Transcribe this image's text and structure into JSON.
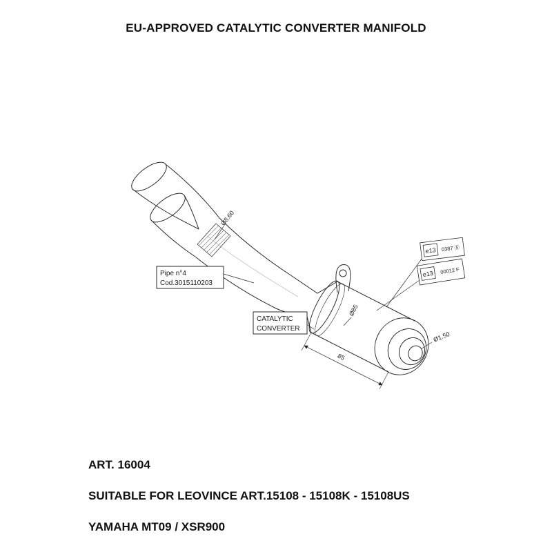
{
  "header": {
    "title": "EU-APPROVED CATALYTIC CONVERTER MANIFOLD"
  },
  "drawing": {
    "part_label": {
      "line1": "Pipe n°4",
      "line2": "Cod.3015110203"
    },
    "component_label": {
      "line1": "CATALYTIC",
      "line2": "CONVERTER"
    },
    "dimensions": {
      "pipe_joint_diameter": "Ø8.60",
      "converter_diameter": "Ø85",
      "converter_length": "85",
      "outlet_diameter": "Ø1.50"
    },
    "homologation_marks": [
      {
        "authority": "e13",
        "code": "0387 Ⓢ"
      },
      {
        "authority": "e13",
        "code": "00012 F"
      }
    ]
  },
  "footer": {
    "article": "ART. 16004",
    "compatibility": "SUITABLE FOR LEOVINCE ART.15108 - 15108K - 15108US",
    "vehicles": "YAMAHA MT09 / XSR900"
  }
}
